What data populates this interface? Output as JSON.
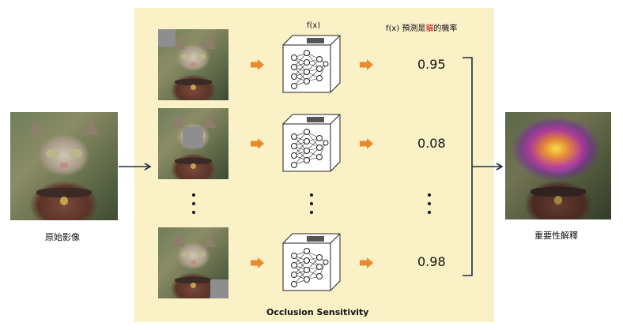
{
  "diagram": {
    "title": "Occlusion Sensitivity",
    "input_caption": "原始影像",
    "output_caption": "重要性解釋",
    "model_header": "f(x)",
    "prob_header_prefix": "f(x) 預測是",
    "prob_header_highlight": "貓",
    "prob_header_suffix": "的機率",
    "probabilities": [
      "0.95",
      "0.08",
      "0.98"
    ]
  },
  "colors": {
    "panel": "#fbf1c7",
    "arrow_orange": "#e98a2c",
    "arrow_navy": "#1e2a4a",
    "occlusion_patch": "#8e8e8e",
    "highlight_red": "#d10000"
  },
  "icons": [
    "neural-network-cube-icon",
    "orange-arrow-icon",
    "navy-arrow-icon",
    "bracket-icon",
    "vertical-ellipsis-icon"
  ]
}
